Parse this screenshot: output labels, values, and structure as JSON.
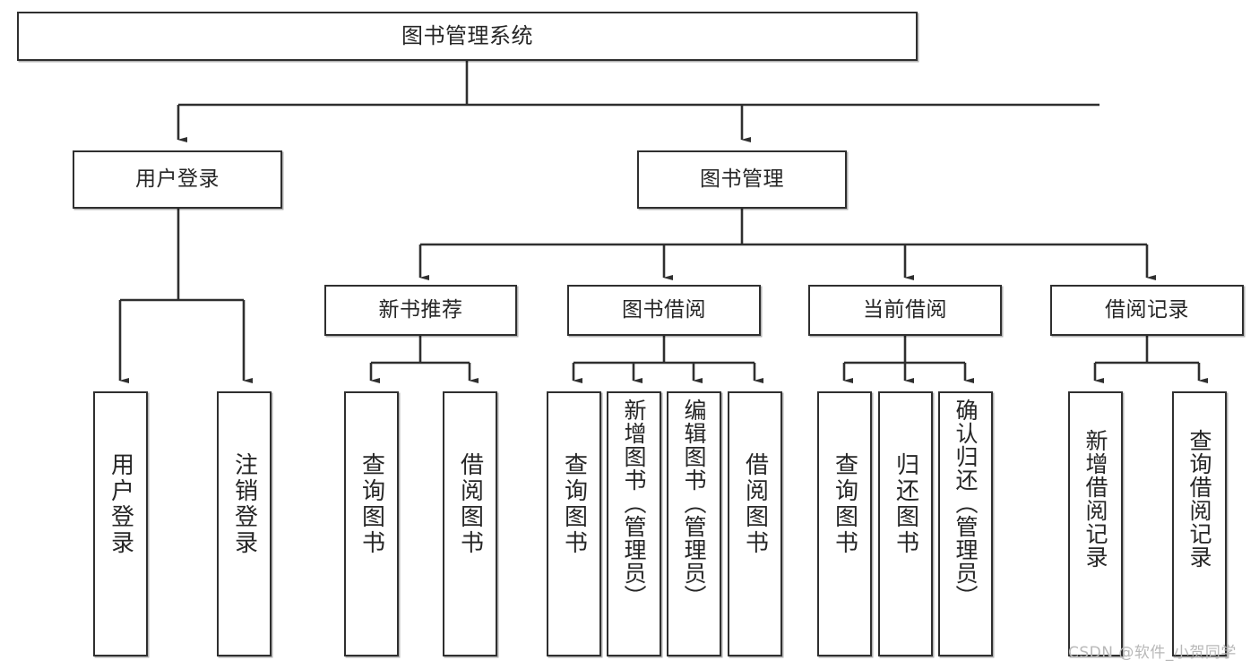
{
  "diagram": {
    "title_node": {
      "label": "图书管理系统"
    },
    "level2": [
      {
        "label": "用户登录"
      },
      {
        "label": "图书管理"
      }
    ],
    "level3": [
      {
        "label": "新书推荐"
      },
      {
        "label": "图书借阅"
      },
      {
        "label": "当前借阅"
      },
      {
        "label": "借阅记录"
      }
    ],
    "leaves": {
      "user_login": [
        {
          "label": "用户登录"
        },
        {
          "label": "注销登录"
        }
      ],
      "new_book_recommend": [
        {
          "label": "查询图书"
        },
        {
          "label": "借阅图书"
        }
      ],
      "book_borrow": [
        {
          "label": "查询图书"
        },
        {
          "label": "新增图书（管理员）"
        },
        {
          "label": "编辑图书（管理员）"
        },
        {
          "label": "借阅图书"
        }
      ],
      "current_borrow": [
        {
          "label": "查询图书"
        },
        {
          "label": "归还图书"
        },
        {
          "label": "确认归还（管理员）"
        }
      ],
      "borrow_record": [
        {
          "label": "新增借阅记录"
        },
        {
          "label": "查询借阅记录"
        }
      ]
    }
  },
  "watermark": {
    "text": "CSDN @软件_小贺同学"
  },
  "colors": {
    "stroke": "#2f2f2f",
    "box_fill": "#ffffff",
    "text": "#262626",
    "watermark": "#b8b8b8"
  }
}
